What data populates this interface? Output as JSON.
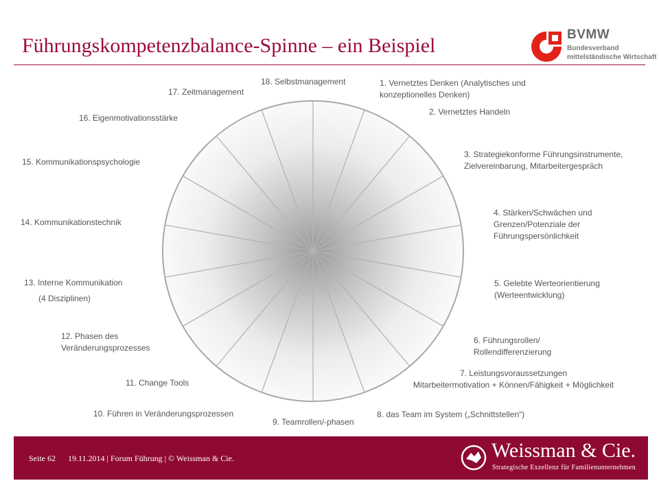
{
  "header": {
    "title": "Führungskompetenzbalance-Spinne – ein Beispiel",
    "logo": {
      "name": "BVMW",
      "line1": "Bundesverband",
      "line2": "mittelständische Wirtschaft",
      "color": "#e2231a"
    }
  },
  "diagram": {
    "segments": 18,
    "labels": [
      [
        "1. Vernetztes Denken (Analytisches und",
        "konzeptionelles Denken)"
      ],
      [
        "2. Vernetztes Handeln"
      ],
      [
        "3. Strategiekonforme Führungsinstrumente,",
        "Zielvereinbarung, Mitarbeitergespräch"
      ],
      [
        "4. Stärken/Schwächen und",
        "Grenzen/Potenziale der",
        "Führungspersönlichkeit"
      ],
      [
        "5. Gelebte Werteorientierung",
        "(Werteentwicklung)"
      ],
      [
        "6. Führungsrollen/",
        "Rollendifferenzierung"
      ],
      [
        "7. Leistungsvoraussetzungen",
        "Mitarbeitermotivation + Können/Fähigkeit + Möglichkeit"
      ],
      [
        "8. das Team im System („Schnittstellen“)"
      ],
      [
        "9. Teamrollen/-phasen"
      ],
      [
        "10. Führen in Veränderungsprozessen"
      ],
      [
        "11. Change Tools"
      ],
      [
        "12. Phasen des",
        "Veränderungsprozesses"
      ],
      [
        "13. Interne Kommunikation",
        "(4 Disziplinen)"
      ],
      [
        "14. Kommunikationstechnik"
      ],
      [
        "15. Kommunikationspsychologie"
      ],
      [
        "16. Eigenmotivationsstärke"
      ],
      [
        "17. Zeitmanagement"
      ],
      [
        "18. Selbstmanagement"
      ]
    ]
  },
  "footer": {
    "page": "Seite 62",
    "meta": "19.11.2014 | Forum Führung | © Weissman & Cie.",
    "brand_name": "Weissman & Cie.",
    "brand_sub": "Strategische Exzellenz für Familienunternehmen",
    "color": "#8e0a33"
  }
}
